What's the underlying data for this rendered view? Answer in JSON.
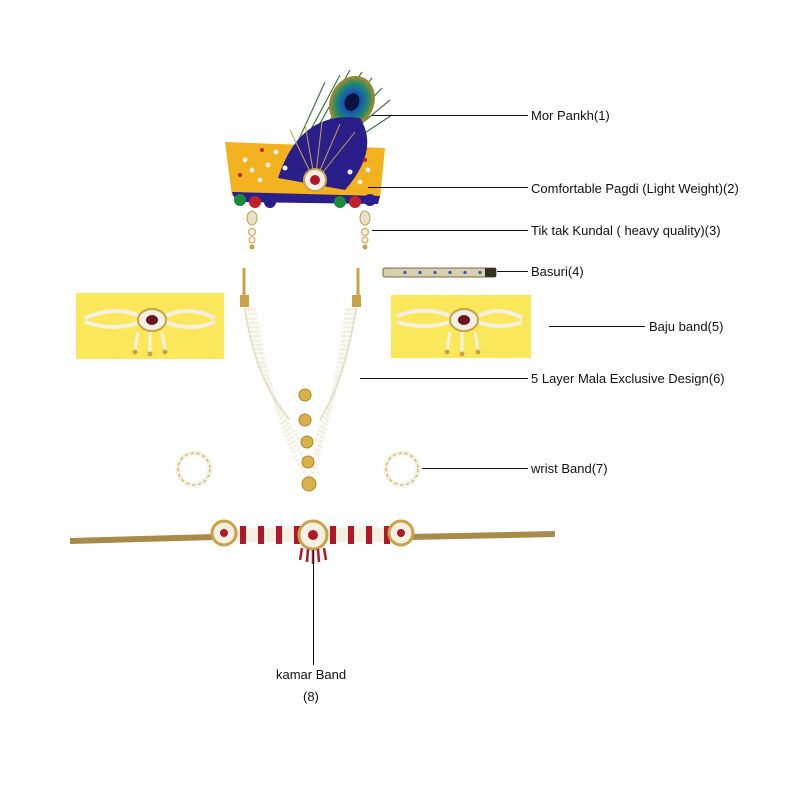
{
  "labels": {
    "mor_pankh": "Mor Pankh(1)",
    "pagdi": "Comfortable Pagdi (Light Weight)(2)",
    "kundal": "Tik tak Kundal ( heavy quality)(3)",
    "basuri": "Basuri(4)",
    "baju_band": "Baju band(5)",
    "mala": "5 Layer Mala Exclusive Design(6)",
    "wrist_band": "wrist Band(7)",
    "kamar_band_line1": "kamar Band",
    "kamar_band_line2": "(8)"
  },
  "colors": {
    "turban_yellow": "#f2b11e",
    "turban_blue": "#2a1f8a",
    "gold": "#c9a24a",
    "pearl": "#f4f0e2",
    "ruby": "#b0182a",
    "panel_yellow": "#fbe85a",
    "strap": "#a88a4a"
  }
}
